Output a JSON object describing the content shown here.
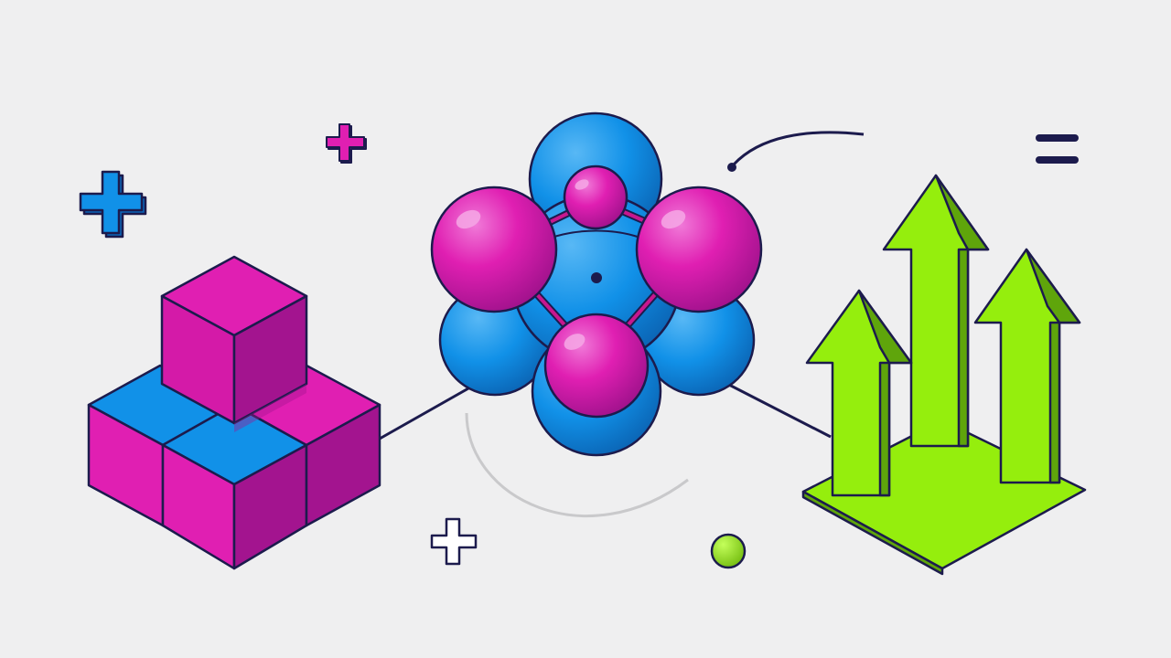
{
  "palette": {
    "background": "#efeff0",
    "outline": "#1c1b4d",
    "magenta": "#e01fb2",
    "magenta_light": "#ee5fd0",
    "magenta_dark": "#9c1289",
    "magenta_side": "#b5179e",
    "blue": "#1191e8",
    "blue_light": "#4cb0f2",
    "blue_dark": "#0b64b8",
    "green": "#95ee0d",
    "green_dark": "#5fa50b",
    "green_mid": "#7cc80c",
    "arc_gray": "#c9c9cb",
    "white": "#ffffff"
  },
  "elements": {
    "left_group": "stacked-cubes-illustration",
    "center_group": "molecule-cluster-illustration",
    "right_group": "rising-arrows-illustration",
    "decor": [
      "plus-icon",
      "plus-icon",
      "plus-icon",
      "equals-icon",
      "green-dot",
      "curved-arc"
    ]
  }
}
